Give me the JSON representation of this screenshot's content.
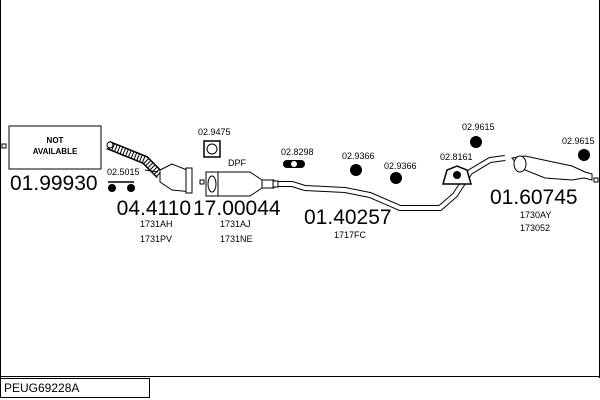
{
  "reference": "PEUG69228A",
  "parts": {
    "front_pipe": {
      "code": "01.99930",
      "placeholder_line1": "NOT",
      "placeholder_line2": "AVAILABLE"
    },
    "catalyst": {
      "code": "04.4110",
      "ref1": "1731AH",
      "ref2": "1731PV"
    },
    "dpf": {
      "code": "17.00044",
      "label": "DPF",
      "ref1": "1731AJ",
      "ref2": "1731NE"
    },
    "middle_pipe": {
      "code": "01.40257",
      "ref1": "1717FC"
    },
    "rear_silencer": {
      "code": "01.60745",
      "ref1": "1730AY",
      "ref2": "173052"
    }
  },
  "accessories": {
    "clamp_kit": "02.5015",
    "gasket": "02.9475",
    "clamp": "02.8298",
    "mount_1": "02.9366",
    "mount_2": "02.9366",
    "hanger": "02.8161",
    "mount_3": "02.9615",
    "mount_4": "02.9615"
  }
}
